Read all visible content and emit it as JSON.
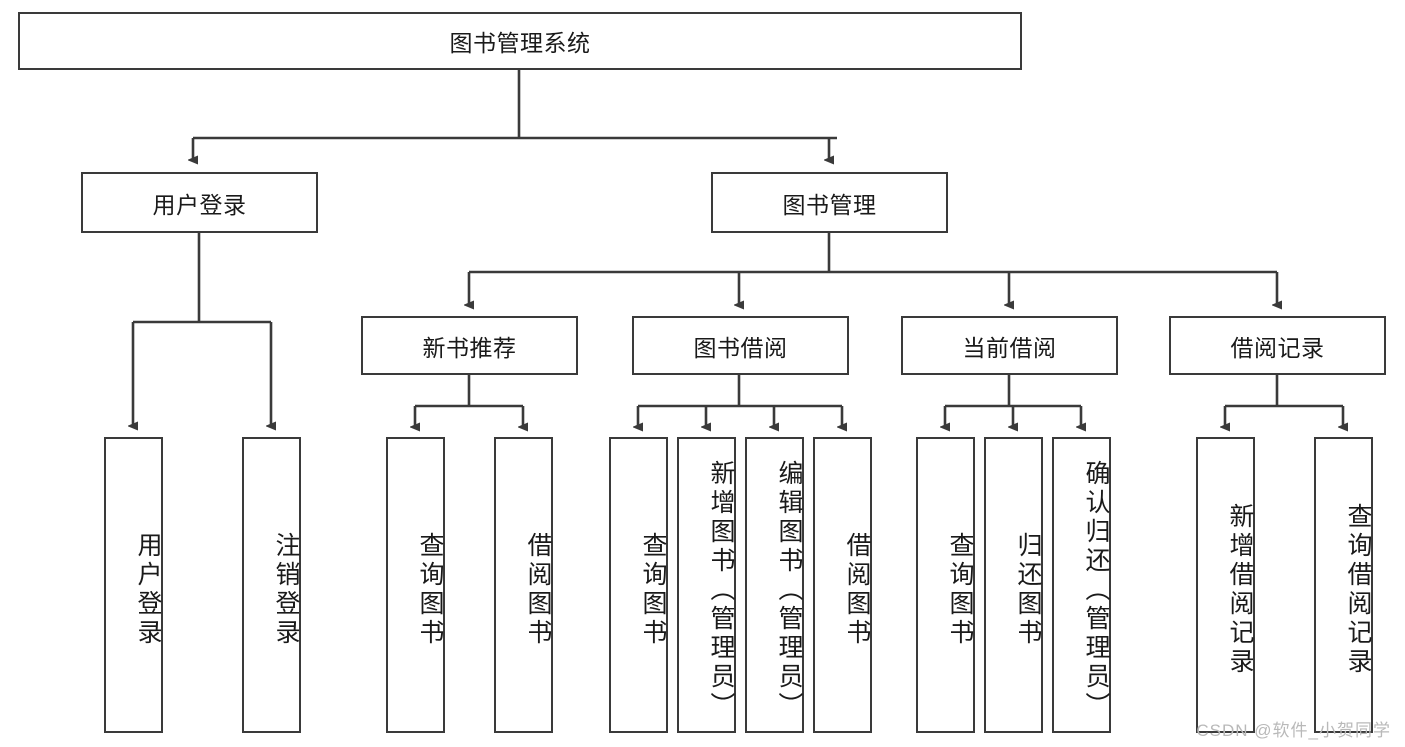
{
  "diagram": {
    "title": "图书管理系统",
    "type": "tree-hierarchy",
    "root": {
      "label": "图书管理系统"
    },
    "level2": [
      {
        "label": "用户登录"
      },
      {
        "label": "图书管理"
      }
    ],
    "level3": [
      {
        "label": "新书推荐"
      },
      {
        "label": "图书借阅"
      },
      {
        "label": "当前借阅"
      },
      {
        "label": "借阅记录"
      }
    ],
    "leaves": {
      "user_login": [
        {
          "label": "用户登录"
        },
        {
          "label": "注销登录"
        }
      ],
      "new_book_recommend": [
        {
          "label": "查询图书"
        },
        {
          "label": "借阅图书"
        }
      ],
      "book_borrow": [
        {
          "label": "查询图书"
        },
        {
          "label": "新增图书（管理员）"
        },
        {
          "label": "编辑图书（管理员）"
        },
        {
          "label": "借阅图书"
        }
      ],
      "current_borrow": [
        {
          "label": "查询图书"
        },
        {
          "label": "归还图书"
        },
        {
          "label": "确认归还（管理员）"
        }
      ],
      "borrow_record": [
        {
          "label": "新增借阅记录"
        },
        {
          "label": "查询借阅记录"
        }
      ]
    }
  },
  "watermark": {
    "text": "CSDN @软件_小贺同学"
  },
  "colors": {
    "stroke": "#3a3a3a",
    "box_fill": "#ffffff",
    "text": "#1a1a1a",
    "watermark": "#b9b9b9"
  }
}
